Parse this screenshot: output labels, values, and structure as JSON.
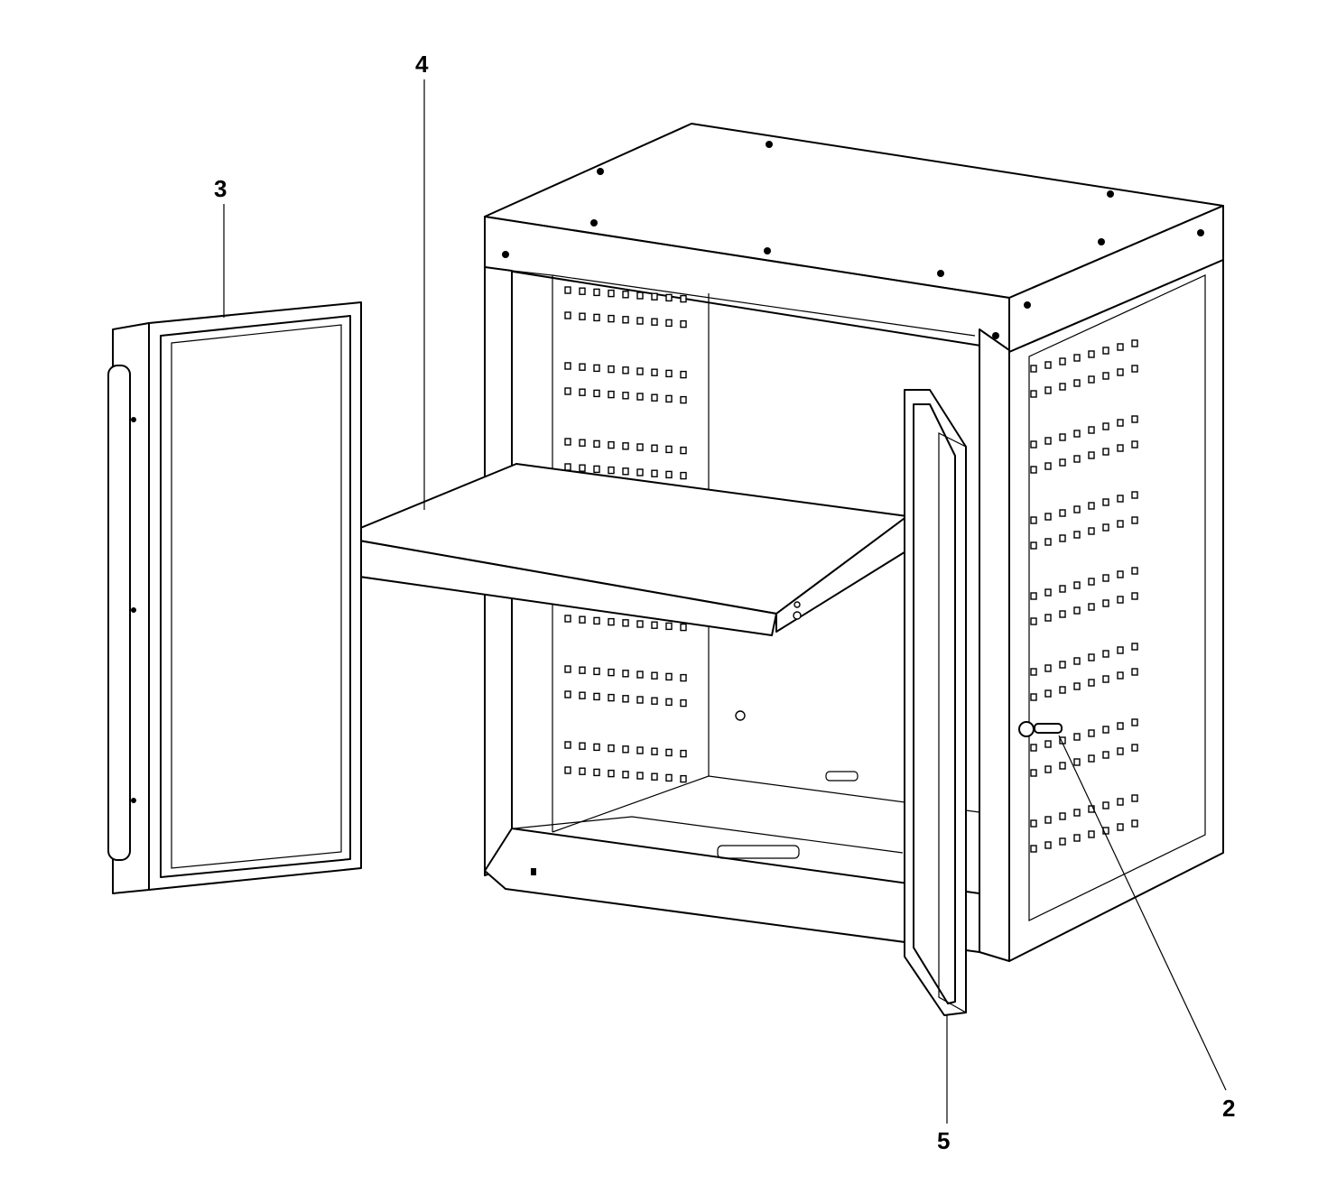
{
  "diagram": {
    "colors": {
      "line": "#000000",
      "background": "#ffffff"
    },
    "callouts": [
      {
        "id": "c4",
        "label": "4",
        "part": "shelf"
      },
      {
        "id": "c3",
        "label": "3",
        "part": "left-door"
      },
      {
        "id": "c2",
        "label": "2",
        "part": "lock"
      },
      {
        "id": "c5",
        "label": "5",
        "part": "right-door"
      }
    ]
  }
}
